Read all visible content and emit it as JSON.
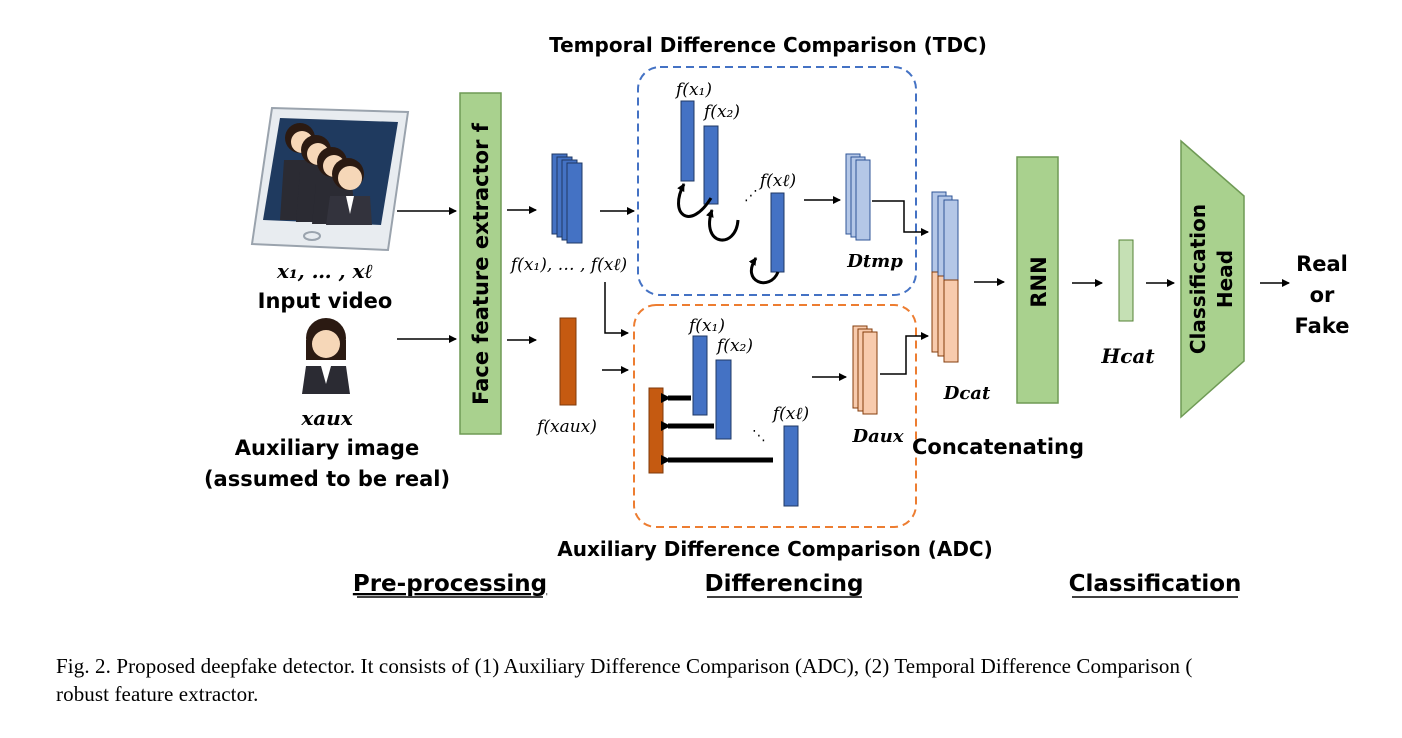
{
  "diagram": {
    "tdc_title": "Temporal Difference Comparison (TDC)",
    "adc_title": "Auxiliary Difference Comparison (ADC)",
    "input_seq_label": "x₁, … , xℓ",
    "input_video_label": "Input video",
    "aux_var_label": "xaux",
    "aux_image_label": "Auxiliary image",
    "aux_note": "(assumed to be real)",
    "extractor_label": "Face feature extractor f",
    "features_label": "f(x₁), … , f(xℓ)",
    "f_x1": "f(x₁)",
    "f_x2": "f(x₂)",
    "f_xl": "f(xℓ)",
    "f_xaux": "f(xaux)",
    "d_tmp": "Dtmp",
    "d_aux": "Daux",
    "d_cat": "Dcat",
    "concat_label": "Concatenating",
    "rnn_label": "RNN",
    "h_cat": "Hcat",
    "head_label_1": "Classification",
    "head_label_2": "Head",
    "output_real": "Real",
    "output_or": "or",
    "output_fake": "Fake",
    "stage_preprocessing": "Pre-processing",
    "stage_differencing": "Differencing",
    "stage_classification": "Classification"
  },
  "caption": {
    "line1": "Fig. 2.    Proposed deepfake detector. It consists of (1) Auxiliary Difference Comparison (ADC), (2) Temporal Difference Comparison (",
    "line2": "robust feature extractor."
  },
  "colors": {
    "blue_feature": "#4472C4",
    "light_blue": "#B4C7E7",
    "orange_feature": "#C55A11",
    "light_orange": "#F8CBAD",
    "green": "#A9D18E",
    "tdc_border": "#4472C4",
    "adc_border": "#ED7D31",
    "tablet_screen": "#1F3A5F"
  }
}
